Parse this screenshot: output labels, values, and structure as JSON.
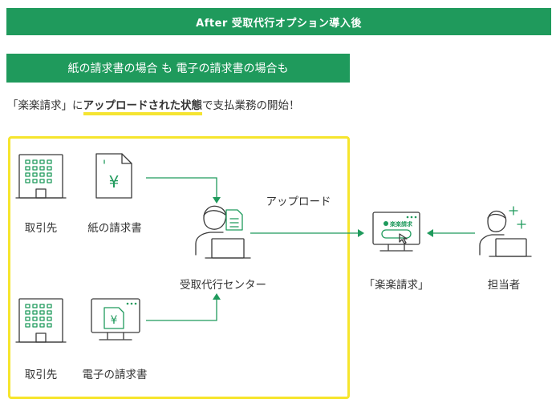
{
  "header": {
    "after_title": "After  受取代行オプション導入後",
    "paper_and_digital": "紙の請求書の場合  も  電子の請求書の場合も"
  },
  "lead": {
    "prefix": "「楽楽請求」に",
    "highlight": "アップロードされた状態",
    "suffix": "で支払業務の開始！"
  },
  "nodes": {
    "supplier_top": "取引先",
    "paper_invoice": "紙の請求書",
    "supplier_bottom": "取引先",
    "digital_invoice": "電子の請求書",
    "center": "受取代行センター",
    "rakuraku": "「楽楽請求」",
    "person_in_charge": "担当者"
  },
  "edges": {
    "upload": "アップロード"
  },
  "icons": {
    "paper_symbol": "¥",
    "digital_symbol": "¥",
    "screen_logo": "楽楽請求"
  },
  "colors": {
    "brand_green": "#1f9a5c",
    "highlight_yellow": "#f6e52d",
    "text": "#333333"
  }
}
